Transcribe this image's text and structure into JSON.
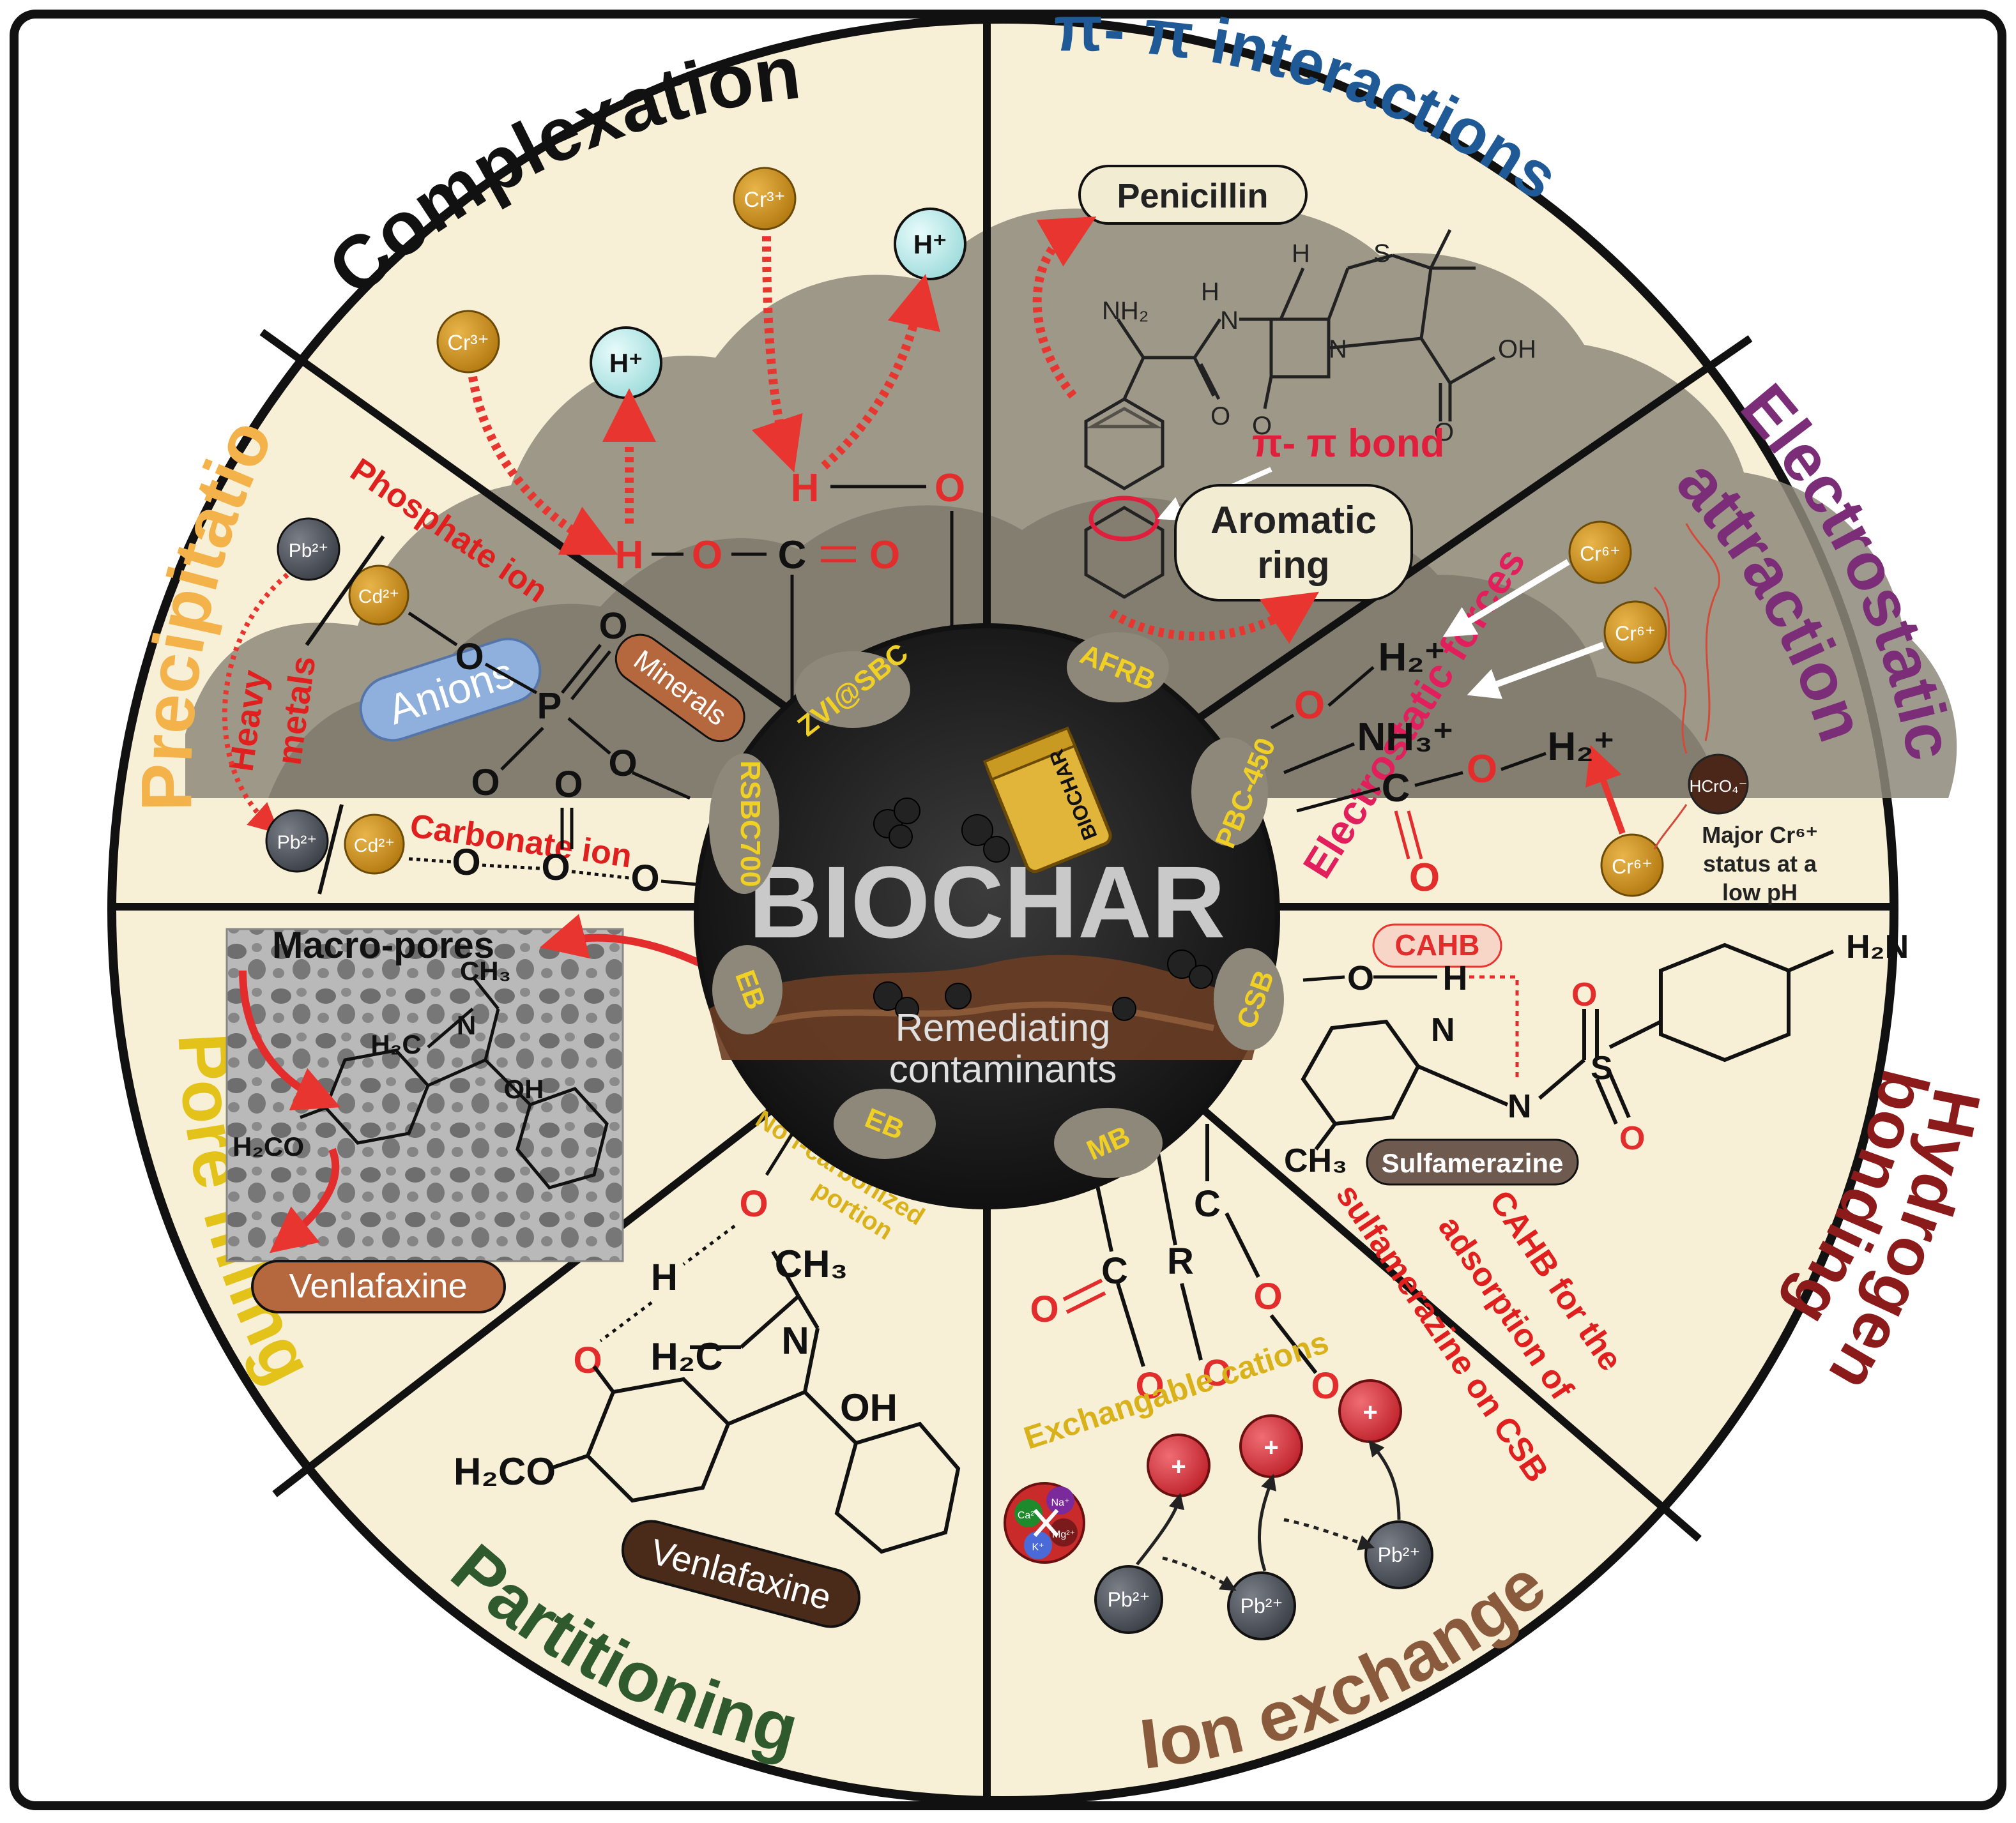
{
  "sections": {
    "complexation": {
      "title": "Complexation",
      "ion_cr1": "Cr³⁺",
      "ion_cr2": "Cr³⁺",
      "ion_h1": "H⁺",
      "ion_h2": "H⁺",
      "atom_h1": "H",
      "atom_o1": "O",
      "atom_c": "C",
      "atom_o2": "O",
      "atom_h2": "H",
      "atom_o3": "O"
    },
    "pi_pi": {
      "title": "π- π interactions",
      "penicillin": "Penicillin",
      "bond": "π- π bond",
      "aromatic": "Aromatic",
      "ring": "ring",
      "nh2": "NH₂",
      "h": "H",
      "n": "N",
      "s": "S",
      "o1": "O",
      "o2": "O",
      "o3": "O",
      "oh": "OH",
      "h2": "H",
      "n2": "N"
    },
    "electrostatic": {
      "title1": "Electrostatic",
      "title2": "attraction",
      "forces": "Electrostatic forces",
      "cr6_1": "Cr⁶⁺",
      "cr6_2": "Cr⁶⁺",
      "cr6_3": "Cr⁶⁺",
      "hcro4": "HCrO₄⁻",
      "note1": "Major Cr⁶⁺",
      "note2": "status at a",
      "note3": "low pH",
      "o1": "O",
      "h2a": "H₂⁺",
      "nh3": "NH₃⁺",
      "c": "C",
      "o2": "O",
      "h2b": "H₂⁺",
      "o3": "O"
    },
    "hydrogen": {
      "title1": "Hydrogen",
      "title2": "bonding",
      "cahb": "CAHB",
      "drug": "Sulfamerazine",
      "caption1": "CAHB for the",
      "caption2": "adsorption of",
      "caption3": "sulfamerazine on CSB",
      "h2n": "H₂N",
      "o": "O",
      "h": "H",
      "n1": "N",
      "n2": "N",
      "s": "S",
      "o1": "O",
      "o2": "O",
      "ch3": "CH₃"
    },
    "ion_exchange": {
      "title": "Ion exchange",
      "cations": "Exchangable cations",
      "plus": "+",
      "pb": "Pb²⁺",
      "ca": "Ca²⁺",
      "na": "Na⁺",
      "mg": "Mg²⁺",
      "k": "K⁺",
      "o": "O",
      "c1": "C",
      "r": "R",
      "c2": "C",
      "o2": "O",
      "o3": "O",
      "o4": "O",
      "o5": "O"
    },
    "partitioning": {
      "title": "Partitioning",
      "drug": "Venlafaxine",
      "portion1": "Non-carbonized",
      "portion2": "portion",
      "o1": "O",
      "h": "H",
      "o2": "O",
      "ch3": "CH₃",
      "n": "N",
      "h2c": "H₂C",
      "oh": "OH",
      "h2co": "H₂CO"
    },
    "pore_filling": {
      "title": "Pore filling",
      "pores": "Macro-pores",
      "drug": "Venlafaxine",
      "ch3": "CH₃",
      "n": "N",
      "h2c": "H₂C",
      "oh": "OH",
      "h2co": "H₂CO"
    },
    "precipitation": {
      "title": "Precipitation",
      "metals1": "Heavy",
      "metals2": "metals",
      "phosphate": "Phosphate ion",
      "carbonate": "Carbonate ion",
      "anions": "Anions",
      "minerals": "Minerals",
      "pb": "Pb²⁺",
      "cd": "Cd²⁺",
      "o": "O",
      "p": "P"
    }
  },
  "center": {
    "title": "BIOCHAR",
    "subtitle1": "Remediating",
    "subtitle2": "contaminants",
    "bag": "BIOCHAR",
    "labels": [
      "AFRB",
      "PBC-450",
      "CSB",
      "MB",
      "EB",
      "EB",
      "RSBC700",
      "ZVI@SBC"
    ]
  }
}
